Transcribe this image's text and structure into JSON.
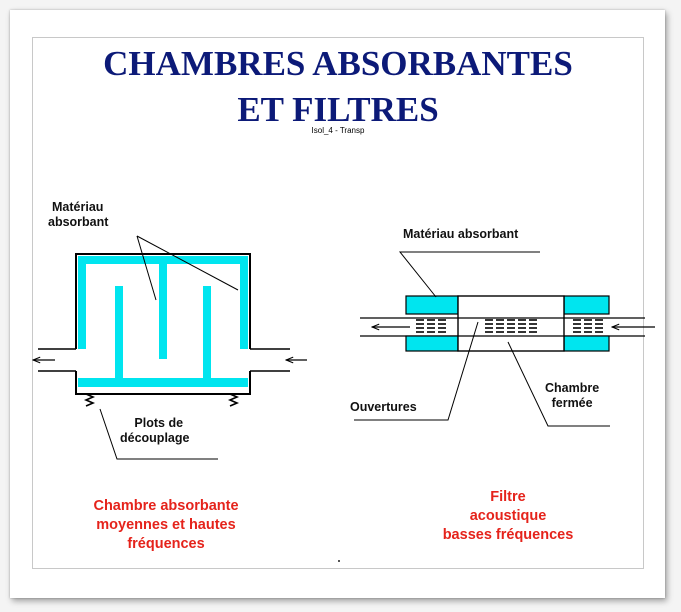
{
  "title": {
    "line1": "CHAMBRES ABSORBANTES",
    "line2": "ET FILTRES"
  },
  "subtitle": "Isol_4 - Transp",
  "left_diagram": {
    "material_label": [
      "Matériau",
      "absorbant"
    ],
    "mounts_label": [
      "Plots de",
      "découplage"
    ],
    "caption": [
      "Chambre absorbante",
      "moyennes et hautes",
      "fréquences"
    ]
  },
  "right_diagram": {
    "material_label": "Matériau absorbant",
    "openings_label": "Ouvertures",
    "chamber_label": [
      "Chambre",
      "fermée"
    ],
    "caption": [
      "Filtre",
      "acoustique",
      "basses fréquences"
    ]
  },
  "colors": {
    "title": "#0c1a78",
    "absorbent": "#00e5ef",
    "caption": "#e5231b"
  }
}
